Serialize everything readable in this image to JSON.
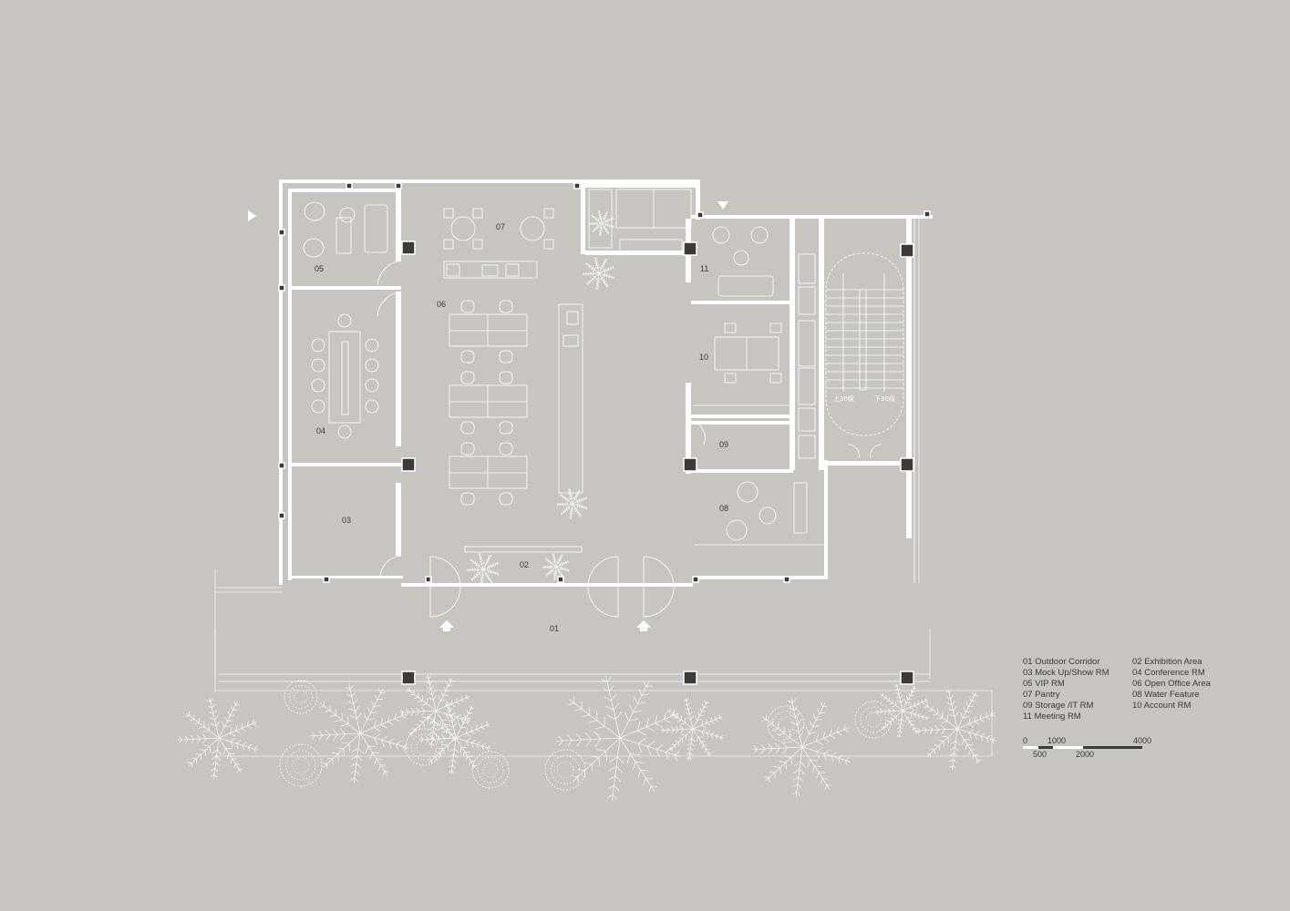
{
  "rooms": {
    "r01": "01",
    "r02": "02",
    "r03": "03",
    "r04": "04",
    "r05": "05",
    "r06": "06",
    "r07": "07",
    "r08": "08",
    "r09": "09",
    "r10": "10",
    "r11": "11"
  },
  "stair": {
    "up": "上30级",
    "down": "下30级"
  },
  "legend": [
    [
      "01  Outdoor Corridor",
      "02  Exhibition  Area"
    ],
    [
      "03  Mock Up/Show RM",
      "04  Conference RM"
    ],
    [
      "05  VIP RM",
      "06  Open Office Area"
    ],
    [
      "07  Pantry",
      "08  Water Feature"
    ],
    [
      "09  Storage /IT RM",
      "10   Account RM"
    ],
    [
      "11  Meeting RM",
      ""
    ]
  ],
  "scale_bar": {
    "t0": "0",
    "t500": "500",
    "t1000": "1000",
    "t2000": "2000",
    "t4000": "4000"
  },
  "colors": {
    "background": "#c8c4c0",
    "lines": "#ffffff",
    "columns": "#3b3b3b",
    "text": "#3a3a3a"
  }
}
